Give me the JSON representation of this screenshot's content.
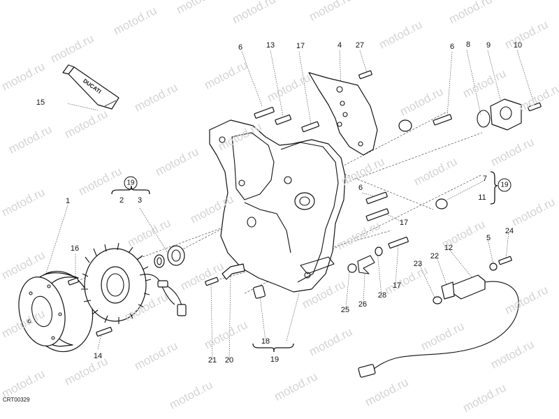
{
  "watermark": {
    "text": "motod.ru"
  },
  "image_code": "CRT00329",
  "tube_brand": "DUCATI",
  "callouts": {
    "c1": "1",
    "c2": "2",
    "c3": "3",
    "c4": "4",
    "c5": "5",
    "c6a": "6",
    "c6b": "6",
    "c6c": "6",
    "c7": "7",
    "c8": "8",
    "c9": "9",
    "c10": "10",
    "c11": "11",
    "c12": "12",
    "c13": "13",
    "c14": "14",
    "c15": "15",
    "c16": "16",
    "c17a": "17",
    "c17b": "17",
    "c17c": "17",
    "c18": "18",
    "c19_circle_a": "19",
    "c19_circle_b": "19",
    "c19_plain": "19",
    "c20": "20",
    "c21": "21",
    "c22": "22",
    "c23": "23",
    "c24": "24",
    "c25": "25",
    "c26": "26",
    "c27": "27",
    "c28": "28"
  }
}
